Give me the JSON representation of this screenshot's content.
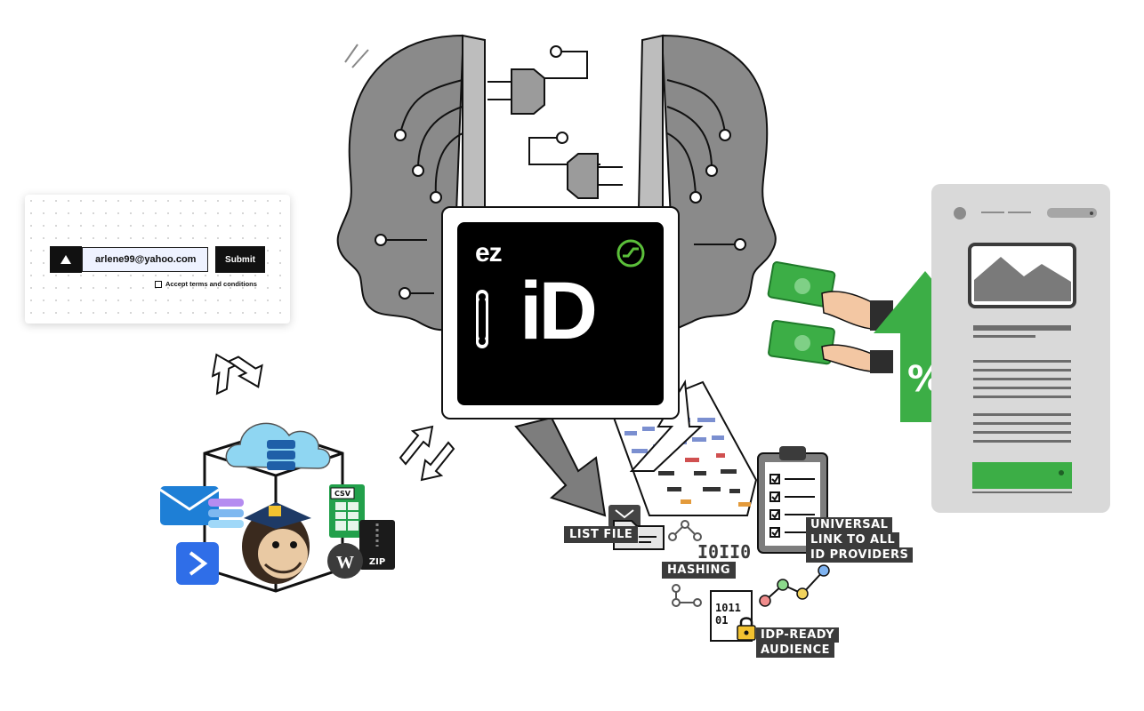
{
  "form": {
    "email_value": "arlene99@yahoo.com",
    "submit_label": "Submit",
    "terms_label": "Accept terms and conditions"
  },
  "brand": {
    "ez": "ez",
    "id": "iD"
  },
  "labels": {
    "list_file": "LIST FILE",
    "hashing": "HASHING",
    "universal_line1": "UNIVERSAL",
    "universal_line2": "LINK TO ALL",
    "universal_line3": "ID  PROVIDERS",
    "idp_line1": "IDP-READY",
    "idp_line2": "AUDIENCE"
  },
  "file_badges": {
    "csv": "CSV",
    "zip": "ZIP"
  },
  "binary": {
    "line1": "1011",
    "line2": "01"
  },
  "percent": "%",
  "colors": {
    "green": "#3cae46",
    "dark": "#111111",
    "gray_head": "#7d7d7d",
    "page_bg": "#d9d9d9",
    "tag_bg": "#3b3b3b",
    "brand_green": "#5bbf3a"
  },
  "icons": [
    "triangle-icon",
    "cloud-database-icon",
    "email-icon",
    "mailchimp-icon",
    "wordpress-icon",
    "spreadsheet-icon",
    "zip-icon",
    "forward-arrow-icon",
    "plug-icon",
    "brand-logo-icon",
    "money-hand-icon",
    "up-arrow-icon",
    "clipboard-checklist-icon",
    "folder-icon",
    "network-icon",
    "lock-icon"
  ]
}
